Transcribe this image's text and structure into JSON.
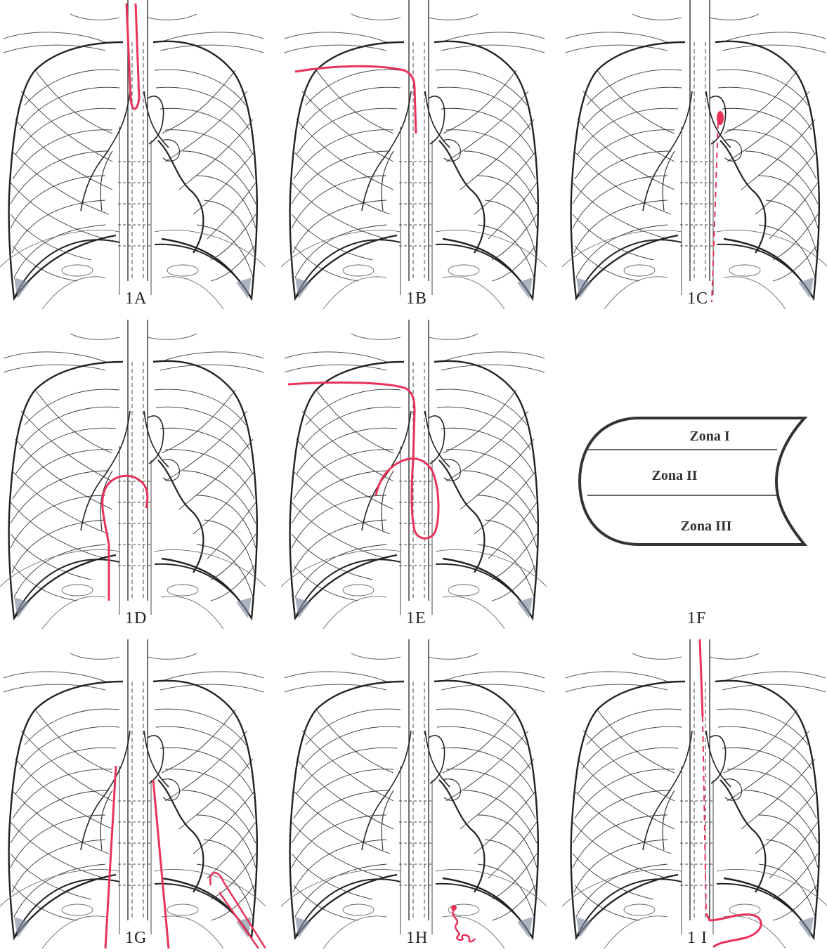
{
  "panels": [
    {
      "label": "1A"
    },
    {
      "label": "1B"
    },
    {
      "label": "1C"
    },
    {
      "label": "1D"
    },
    {
      "label": "1E"
    },
    {
      "label": "1F"
    },
    {
      "label": "1G"
    },
    {
      "label": "1H"
    },
    {
      "label": "1 I"
    }
  ],
  "zones": [
    "Zona I",
    "Zona II",
    "Zona III"
  ],
  "colors": {
    "line": "#2b2b2b",
    "catheter": "#e8325a",
    "shade": "#7f8aa0"
  }
}
